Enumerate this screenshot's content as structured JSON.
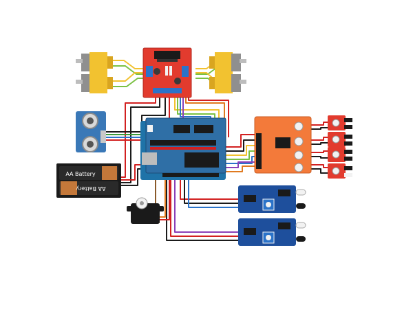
{
  "diagram": {
    "battery_labels": [
      "AA Battery",
      "AA Battery"
    ],
    "colors": {
      "motor_yellow": "#f2c230",
      "motor_gray": "#8f8f8f",
      "driver_red": "#e23b2e",
      "arduino_blue": "#1f73a8",
      "shield_blue": "#2f6fa6",
      "sensor_orange": "#f37a3a",
      "ir_blue": "#1e4f9c",
      "battery_black": "#1a1a1a",
      "battery_copper": "#c4783a",
      "ultrasonic_blue": "#3a78b7"
    },
    "components": [
      "dc-motor",
      "dc-motor",
      "dc-motor",
      "dc-motor",
      "l298n-motor-driver",
      "ultrasonic-sensor",
      "arduino-uno-with-sensor-shield",
      "aa-battery-holder",
      "servo-motor",
      "line-tracking-sensor-board",
      "ir-sensor-module",
      "ir-sensor-module",
      "ir-sensor-module",
      "ir-sensor-module",
      "ir-obstacle-sensor",
      "ir-obstacle-sensor"
    ]
  }
}
